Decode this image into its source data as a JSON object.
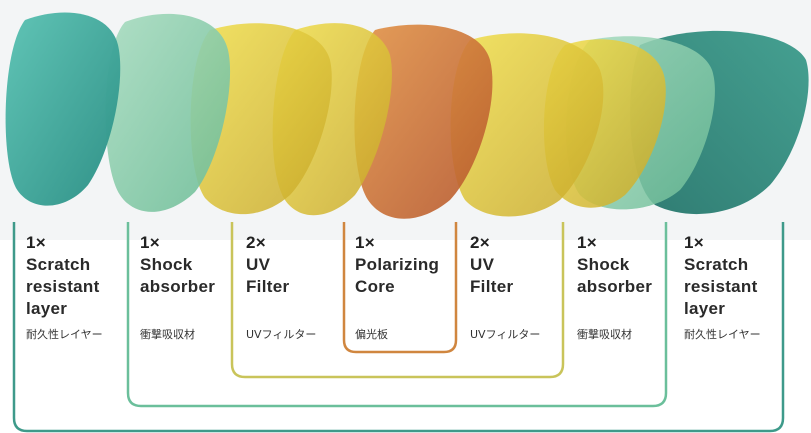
{
  "layers": [
    {
      "count": "1×",
      "name": "Scratch\nresistant\nlayer",
      "jp": "耐久性レイヤー",
      "color": "#3aa99c"
    },
    {
      "count": "1×",
      "name": "Shock\nabsorber",
      "jp": "衝撃吸収材",
      "color": "#7fcca6"
    },
    {
      "count": "2×",
      "name": "UV\nFilter",
      "jp": "UVフィルター",
      "color": "#d9c431"
    },
    {
      "count": "1×",
      "name": "Polarizing\nCore",
      "jp": "偏光板",
      "color": "#d27a2f"
    },
    {
      "count": "2×",
      "name": "UV\nFilter",
      "jp": "UVフィルター",
      "color": "#d9c431"
    },
    {
      "count": "1×",
      "name": "Shock\nabsorber",
      "jp": "衝撃吸収材",
      "color": "#7fcca6"
    },
    {
      "count": "1×",
      "name": "Scratch\nresistant\nlayer",
      "jp": "耐久性レイヤー",
      "color": "#3aa99c"
    }
  ],
  "bracket_colors": {
    "outer": "#3e9a8a",
    "shock": "#6bbf9b",
    "uv": "#c9c45a",
    "core": "#d0863f"
  }
}
